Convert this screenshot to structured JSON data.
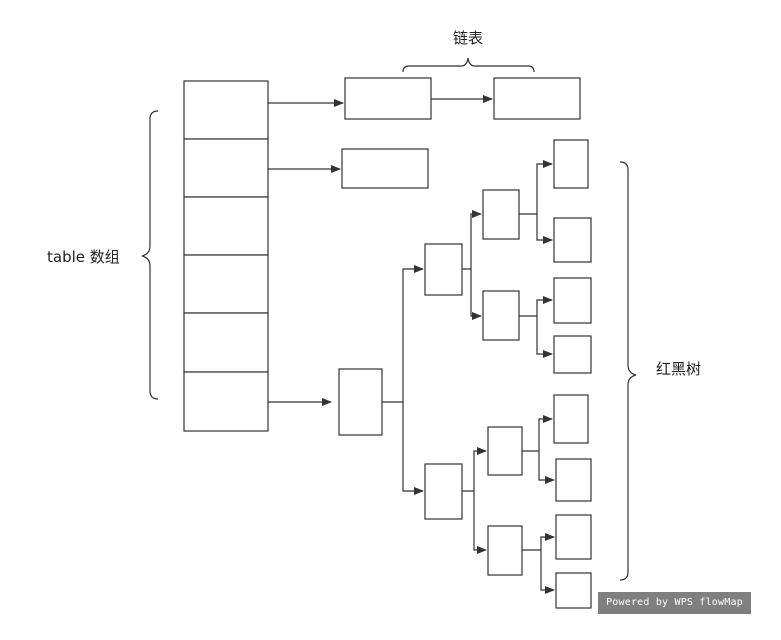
{
  "labels": {
    "linked_list": "链表",
    "array": "table 数组",
    "rb_tree": "红黑树"
  },
  "watermark": "Powered by WPS flowMap"
}
